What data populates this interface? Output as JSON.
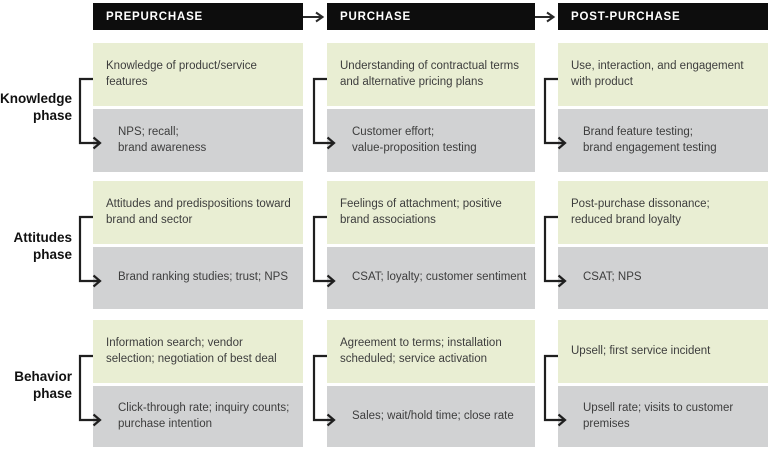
{
  "palette": {
    "green": "#e9eed3",
    "gray": "#d1d2d3",
    "header_bg": "#0d0d0d",
    "header_fg": "#ffffff",
    "text": "#3d3d3d",
    "line": "#1f1f1f"
  },
  "phase_rows": [
    {
      "label": "Knowledge\nphase"
    },
    {
      "label": "Attitudes\nphase"
    },
    {
      "label": "Behavior\nphase"
    }
  ],
  "columns": [
    {
      "header": "PREPURCHASE",
      "cells": [
        {
          "stimulus": "Knowledge of product/service\nfeatures",
          "measures": "NPS; recall;\nbrand awareness"
        },
        {
          "stimulus": "Attitudes and predispositions toward\nbrand and sector",
          "measures": "Brand ranking studies; trust; NPS"
        },
        {
          "stimulus": "Information search; vendor\nselection; negotiation of best deal",
          "measures": "Click-through rate; inquiry counts;\npurchase intention"
        }
      ]
    },
    {
      "header": "PURCHASE",
      "cells": [
        {
          "stimulus": "Understanding of contractual terms\nand alternative pricing plans",
          "measures": "Customer effort;\nvalue-proposition testing"
        },
        {
          "stimulus": "Feelings of attachment; positive\nbrand associations",
          "measures": "CSAT; loyalty; customer sentiment"
        },
        {
          "stimulus": "Agreement to terms; installation\nscheduled; service activation",
          "measures": "Sales; wait/hold time; close rate"
        }
      ]
    },
    {
      "header": "POST-PURCHASE",
      "cells": [
        {
          "stimulus": "Use, interaction, and engagement\nwith product",
          "measures": "Brand feature testing;\nbrand engagement testing"
        },
        {
          "stimulus": "Post-purchase dissonance;\nreduced brand loyalty",
          "measures": "CSAT; NPS"
        },
        {
          "stimulus": "Upsell; first service incident",
          "measures": "Upsell rate; visits to customer\npremises"
        }
      ]
    }
  ]
}
